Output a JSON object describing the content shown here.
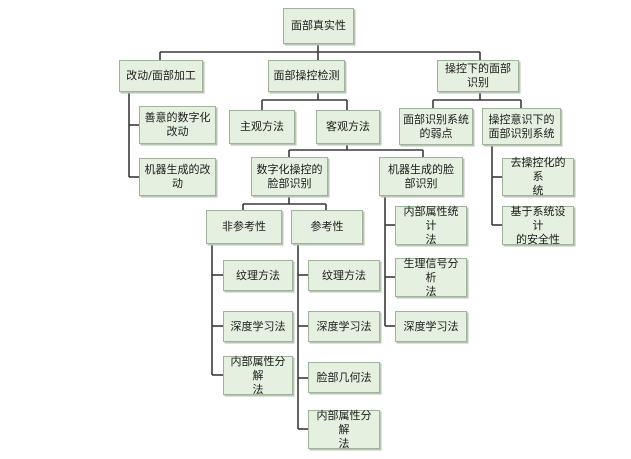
{
  "diagram": {
    "root": "面部真实性",
    "level1": {
      "editing": "改动/面部加工",
      "detection": "面部操控检测",
      "recognition": "操控下的面部\n识别"
    },
    "editing_children": {
      "benign": "善意的数字化\n改动",
      "machine": "机器生成的改\n动"
    },
    "detection_children": {
      "subjective": "主观方法",
      "objective": "客观方法"
    },
    "objective_children": {
      "digital": "数字化操控的\n脸部识别",
      "generated": "机器生成的脸\n部识别"
    },
    "digital_children": {
      "non_reference": "非参考性",
      "reference": "参考性"
    },
    "non_reference_children": {
      "texture": "纹理方法",
      "deep": "深度学习法",
      "internal": "内部属性分解\n法"
    },
    "reference_children": {
      "texture": "纹理方法",
      "deep": "深度学习法",
      "geometry": "脸部几何法",
      "internal": "内部属性分解\n法"
    },
    "generated_children": {
      "stat": "内部属性统计\n法",
      "signal": "生理信号分析\n法",
      "deep": "深度学习法"
    },
    "recognition_children": {
      "weakness": "面部识别系统\n的弱点",
      "aware": "操控意识下的\n面部识别系统"
    },
    "aware_children": {
      "de_manip": "去操控化的系\n统",
      "security": "基于系统设计\n的安全性"
    }
  }
}
